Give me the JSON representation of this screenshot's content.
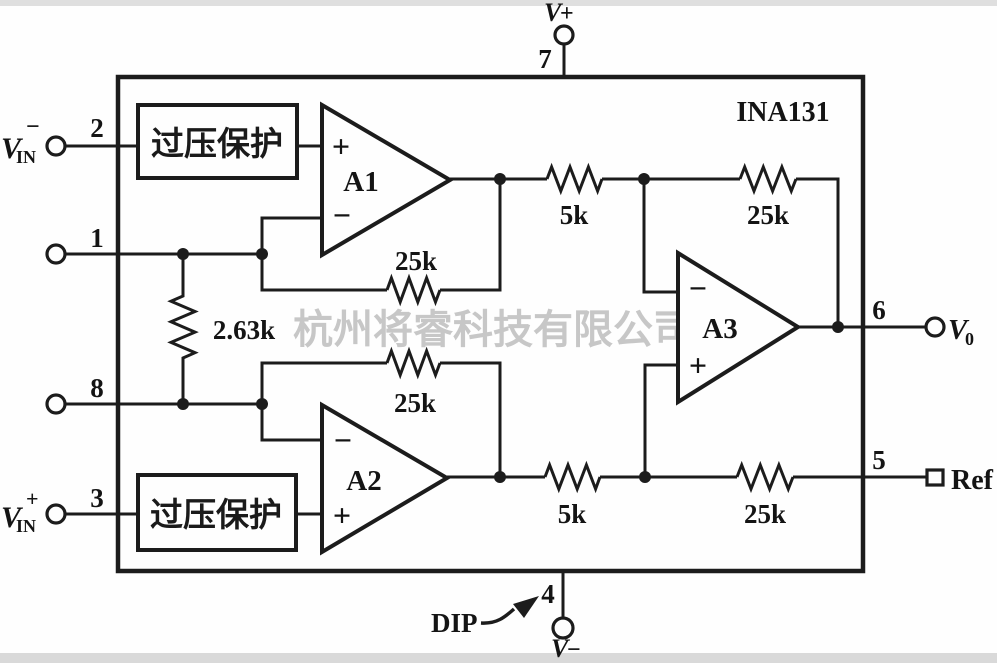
{
  "chip": {
    "name": "INA131",
    "package": "DIP"
  },
  "watermark": {
    "text": "杭州将睿科技有限公司"
  },
  "protection": {
    "top": "过压保护",
    "bottom": "过压保护"
  },
  "amps": {
    "a1": "A1",
    "a2": "A2",
    "a3": "A3",
    "plus": "+",
    "minus": "−"
  },
  "resistors": {
    "gain": "2.63k",
    "a1_feedback": "25k",
    "a2_feedback": "25k",
    "top_5k": "5k",
    "top_25k": "25k",
    "bottom_5k": "5k",
    "bottom_25k": "25k"
  },
  "pins": {
    "p1": "1",
    "p2": "2",
    "p3": "3",
    "p4": "4",
    "p5": "5",
    "p6": "6",
    "p7": "7",
    "p8": "8"
  },
  "terminals": {
    "vin_neg": {
      "base": "V",
      "sub": "IN",
      "sup": "−"
    },
    "vin_pos": {
      "base": "V",
      "sub": "IN",
      "sup": "+"
    },
    "v_plus": {
      "base": "V",
      "sign": "+"
    },
    "v_minus": {
      "base": "V",
      "sign": "−"
    },
    "v_out": {
      "base": "V",
      "sub": "0"
    },
    "ref": "Ref"
  }
}
